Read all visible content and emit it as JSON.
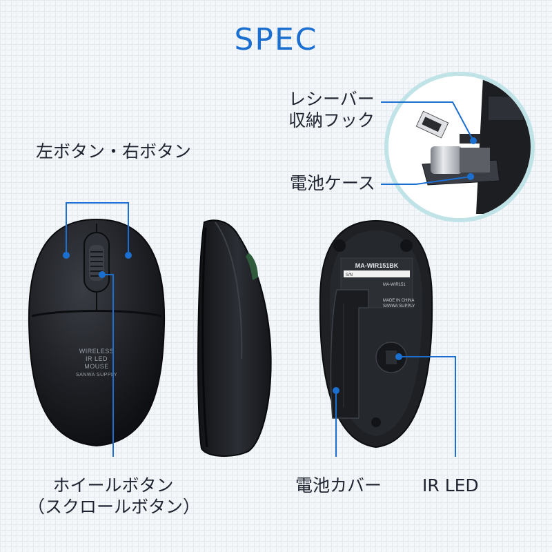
{
  "title": "SPEC",
  "labels": {
    "receiver_hook_line1": "レシーバー",
    "receiver_hook_line2": "収納フック",
    "battery_case": "電池ケース",
    "left_right_button": "左ボタン・右ボタン",
    "wheel_button_line1": "ホイールボタン",
    "wheel_button_line2": "（スクロールボタン）",
    "battery_cover": "電池カバー",
    "ir_led": "IR LED"
  },
  "mouse_top_print": {
    "line1": "WIRELESS",
    "line2": "IR LED",
    "line3": "MOUSE",
    "line4": "SANWA SUPPLY"
  },
  "bottom_sticker": {
    "model": "MA-WIR151BK",
    "sn_label": "S/N",
    "model_small": "MA-WIR151",
    "made_in": "MADE IN CHINA",
    "brand": "SANWA SUPPLY"
  },
  "colors": {
    "accent": "#1a6fd0",
    "mouse_body": "#1c1e22",
    "callout_ring": "#bfe3e6"
  }
}
